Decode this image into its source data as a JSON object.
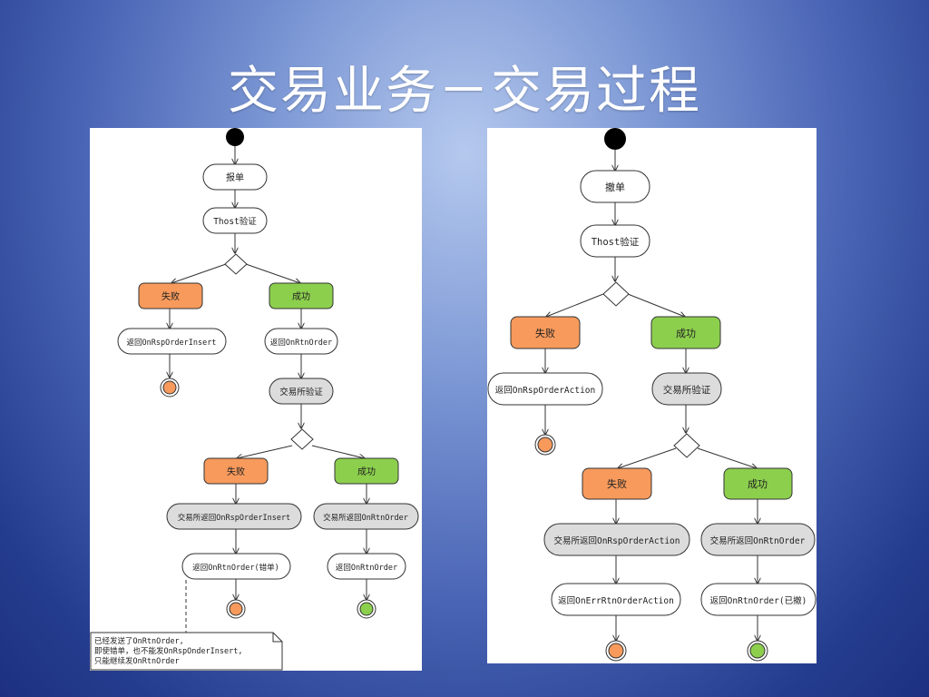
{
  "slide": {
    "title": "交易业务－交易过程"
  },
  "left": {
    "n_order": "报单",
    "n_verify": "Thost验证",
    "n_fail1": "失败",
    "n_success1": "成功",
    "n_ret_insert": "返回OnRspOrderInsert",
    "n_ret_rtn": "返回OnRtnOrder",
    "n_exch_verify": "交易所验证",
    "n_fail2": "失败",
    "n_success2": "成功",
    "n_exch_ret_insert": "交易所返回OnRspOrderInsert",
    "n_exch_ret_rtn": "交易所返回OnRtnOrder",
    "n_ret_rtn_err": "返回OnRtnOrder(错单)",
    "n_ret_rtn2": "返回OnRtnOrder",
    "note": [
      "已经发送了OnRtnOrder,",
      "即使错单，也不能发OnRspOnderInsert,",
      "只能继续发OnRtnOrder"
    ]
  },
  "right": {
    "n_cancel": "撤单",
    "n_verify": "Thost验证",
    "n_fail1": "失败",
    "n_success1": "成功",
    "n_ret_action": "返回OnRspOrderAction",
    "n_exch_verify": "交易所验证",
    "n_fail2": "失败",
    "n_success2": "成功",
    "n_exch_ret_action": "交易所返回OnRspOrderAction",
    "n_exch_ret_rtn": "交易所返回OnRtnOrder",
    "n_ret_err_action": "返回OnErrRtnOrderAction",
    "n_ret_rtn_cancelled": "返回OnRtnOrder(已撤)"
  },
  "colors": {
    "fail_fill": "#f79a5c",
    "success_fill": "#8ccf4d",
    "grey_fill": "#dcdcdc",
    "end_fail_fill": "#f79a5c",
    "end_success_fill": "#8ccf4d"
  }
}
